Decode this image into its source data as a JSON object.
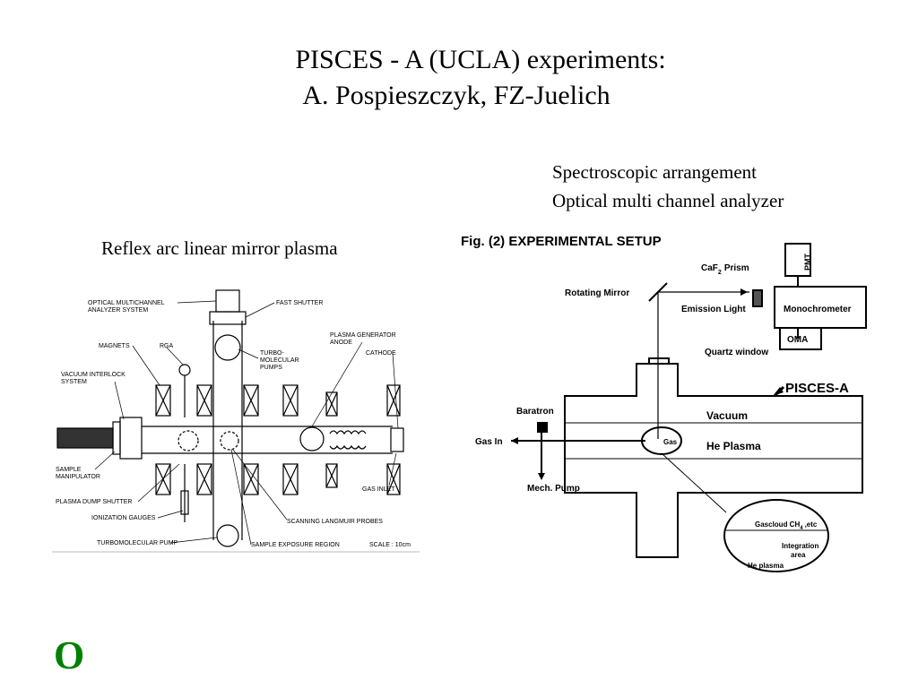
{
  "slide": {
    "title_line1": "PISCES - A (UCLA) experiments:",
    "title_line2": "A. Pospieszczyk, FZ-Juelich",
    "spectroscopic_label": "Spectroscopic arrangement",
    "oma_label": "Optical multi channel analyzer",
    "reflex_label": "Reflex arc linear mirror plasma",
    "bullet": "O"
  },
  "left_diagram": {
    "labels": {
      "optical_analyzer": "OPTICAL MULTICHANNEL",
      "optical_analyzer_2": "ANALYZER SYSTEM",
      "fast_shutter": "FAST SHUTTER",
      "magnets": "MAGNETS",
      "rga": "RGA",
      "turbo_pumps": "TURBO-",
      "turbo_pumps_2": "MOLECULAR",
      "turbo_pumps_3": "PUMPS",
      "plasma_generator": "PLASMA GENERATOR",
      "plasma_generator_2": "ANODE",
      "cathode": "CATHODE",
      "vacuum_interlock": "VACUUM INTERLOCK",
      "vacuum_interlock_2": "SYSTEM",
      "sample_manipulator": "SAMPLE",
      "sample_manipulator_2": "MANIPULATOR",
      "plasma_dump": "PLASMA DUMP SHUTTER",
      "gas_inlet": "GAS INLET",
      "ionization_gauges": "IONIZATION GAUGES",
      "langmuir": "SCANNING LANGMUIR PROBES",
      "turbo_pump": "TURBOMOLECULAR PUMP",
      "sample_exposure": "SAMPLE EXPOSURE REGION",
      "scale": "SCALE : 10cm"
    }
  },
  "right_diagram": {
    "labels": {
      "fig_title": "Fig. (2)  EXPERIMENTAL  SETUP",
      "caf_prism": "CaF",
      "caf_sub": "2",
      "prism": "Prism",
      "pmt": "PMT",
      "rotating_mirror": "Rotating  Mirror",
      "emission_light": "Emission  Light",
      "monochrometer": "Monochrometer",
      "oma": "OMA",
      "quartz_window": "Quartz  window",
      "pisces_a": "PISCES-A",
      "baratron": "Baratron",
      "vacuum": "Vacuum",
      "gas_in": "Gas  In",
      "gas": "Gas",
      "he_plasma": "He  Plasma",
      "mech_pump": "Mech.  Pump",
      "gascloud": "Gascloud  CH",
      "gascloud_sub": "4",
      "etc": ",etc",
      "integration": "Integration",
      "area": "area",
      "he_plasma_small": "He  plasma"
    }
  }
}
